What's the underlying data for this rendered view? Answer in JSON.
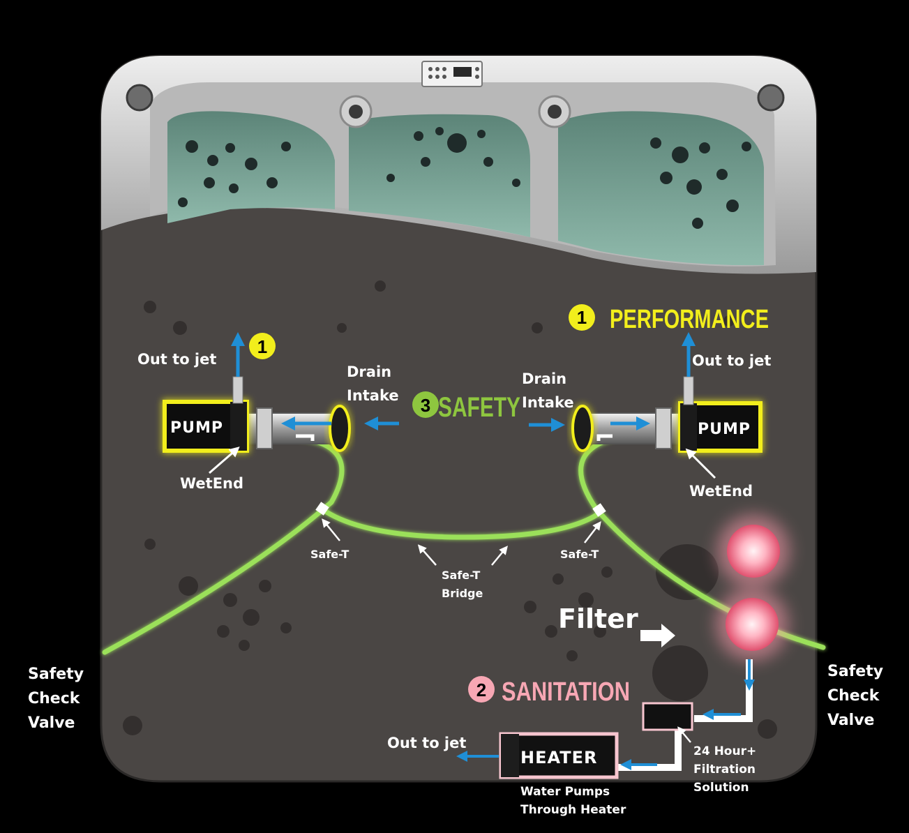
{
  "colors": {
    "background": "#000000",
    "tub_shell": "#4a4644",
    "tub_acrylic": "#7fa89a",
    "pipe_green": "#9be05a",
    "performance": "#f2ee1c",
    "safety": "#8ec63f",
    "sanitation": "#f7a7b4",
    "flow_arrow": "#1f8fd6",
    "filter_glow": "#ff9cae"
  },
  "sections": {
    "performance": {
      "number": "1",
      "label": "PERFORMANCE"
    },
    "safety": {
      "number": "3",
      "label": "SAFETY"
    },
    "sanitation": {
      "number": "2",
      "label": "SANITATION"
    }
  },
  "left_unit": {
    "pump_label": "PUMP",
    "out_to_jet": "Out to jet",
    "jet_number": "1",
    "wetend": "WetEnd",
    "drain_line1": "Drain",
    "drain_line2": "Intake"
  },
  "right_unit": {
    "pump_label": "PUMP",
    "out_to_jet": "Out to jet",
    "wetend": "WetEnd",
    "drain_line1": "Drain",
    "drain_line2": "Intake"
  },
  "safe_t": {
    "left": "Safe-T",
    "right": "Safe-T",
    "bridge_line1": "Safe-T",
    "bridge_line2": "Bridge"
  },
  "check_valve": {
    "left": [
      "Safety",
      "Check",
      "Valve"
    ],
    "right": [
      "Safety",
      "Check",
      "Valve"
    ]
  },
  "filtration": {
    "filter_label": "Filter",
    "heater_label": "HEATER",
    "heater_caption_line1": "Water Pumps",
    "heater_caption_line2": "Through Heater",
    "out_to_jet": "Out to jet",
    "note_line1": "24 Hour+",
    "note_line2": "Filtration",
    "note_line3": "Solution"
  }
}
